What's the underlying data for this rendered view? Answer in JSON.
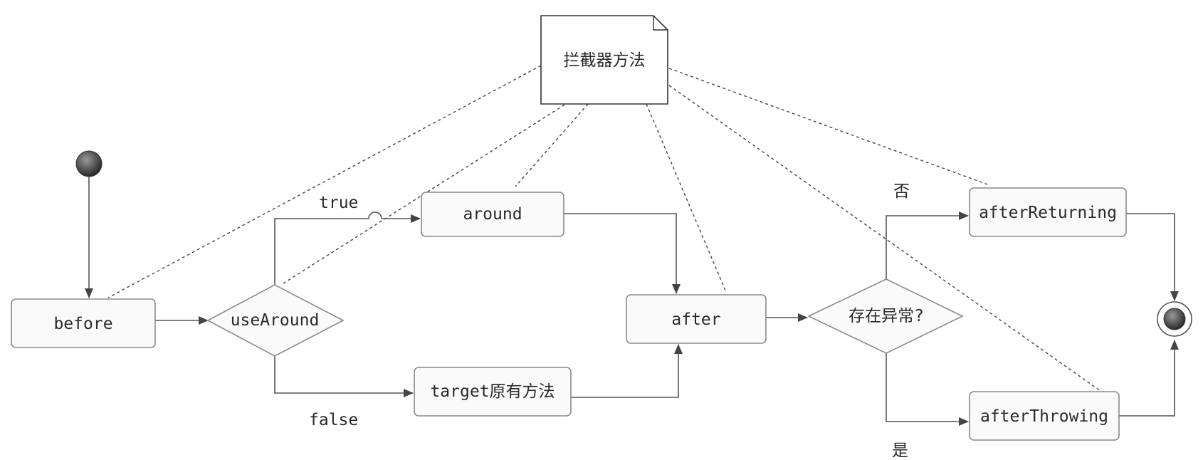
{
  "note": {
    "label": "拦截器方法"
  },
  "nodes": {
    "before": "before",
    "use_around": "useAround",
    "around": "around",
    "target": "target原有方法",
    "after": "after",
    "has_exception": "存在异常?",
    "after_returning": "afterReturning",
    "after_throwing": "afterThrowing"
  },
  "edge_labels": {
    "true": "true",
    "false": "false",
    "no": "否",
    "yes": "是"
  }
}
